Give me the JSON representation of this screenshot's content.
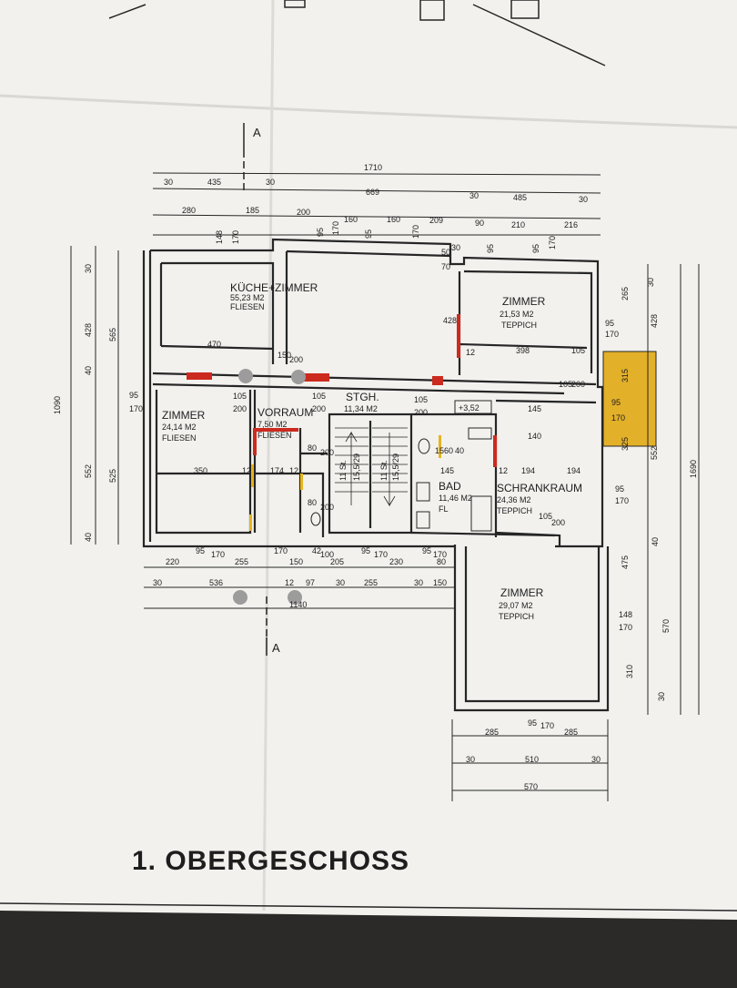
{
  "drawing": {
    "title": "1. OBERGESCHOSS",
    "section_marks": [
      "A",
      "A"
    ],
    "level_mark": "+3,52"
  },
  "rooms": [
    {
      "name": "KÜCHE+ZIMMER",
      "area": "55,23 M2",
      "floor": "FLIESEN"
    },
    {
      "name": "ZIMMER",
      "area": "21,53 M2",
      "floor": "TEPPICH"
    },
    {
      "name": "ZIMMER",
      "area": "24,14 M2",
      "floor": "FLIESEN"
    },
    {
      "name": "VORRAUM",
      "area": "7,50 M2",
      "floor": "FLIESEN"
    },
    {
      "name": "STGH.",
      "area": "11,34 M2",
      "floor": ""
    },
    {
      "name": "BAD",
      "area": "11,46 M2",
      "floor": "FL"
    },
    {
      "name": "SCHRANKRAUM",
      "area": "24,36 M2",
      "floor": "TEPPICH"
    },
    {
      "name": "ZIMMER",
      "area": "29,07 M2",
      "floor": "TEPPICH"
    }
  ],
  "dimensions": {
    "top_row1": [
      "1710"
    ],
    "top_row2": [
      "30",
      "435",
      "30",
      "669",
      "30",
      "485",
      "30"
    ],
    "top_row3": [
      "280",
      "185",
      "200",
      "160",
      "160",
      "209",
      "90",
      "210",
      "216"
    ],
    "top_row4": [
      "148",
      "170",
      "95",
      "170",
      "95",
      "170",
      "95",
      "95",
      "170"
    ],
    "left_outer": [
      "1090"
    ],
    "left_mid": [
      "565",
      "525"
    ],
    "left_inner": [
      "30",
      "428",
      "40",
      "552",
      "40"
    ],
    "left_door": [
      "95",
      "170"
    ],
    "right_outer": [
      "1690"
    ],
    "right_mid": [
      "428",
      "552",
      "570"
    ],
    "right_inner": [
      "265",
      "30",
      "315",
      "325",
      "475",
      "310",
      "30",
      "40"
    ],
    "right_door": [
      "95",
      "170",
      "95",
      "170",
      "95",
      "170",
      "148",
      "170"
    ],
    "bottom_row1": [
      "220",
      "95",
      "170",
      "255",
      "150",
      "170",
      "42",
      "100",
      "205",
      "95",
      "170",
      "230",
      "95",
      "170",
      "80"
    ],
    "bottom_row2": [
      "30",
      "536",
      "12",
      "97",
      "30",
      "255",
      "30",
      "150"
    ],
    "bottom_row3": [
      "1140"
    ],
    "annex_row1": [
      "285",
      "95",
      "170",
      "285"
    ],
    "annex_row2": [
      "30",
      "510",
      "30"
    ],
    "annex_row3": [
      "570"
    ],
    "interior": [
      "470",
      "428",
      "398",
      "105",
      "12",
      "350",
      "12",
      "174",
      "12",
      "194",
      "194",
      "105",
      "200",
      "105",
      "200",
      "105",
      "200",
      "145",
      "105",
      "200",
      "140",
      "105",
      "200",
      "80",
      "200",
      "80",
      "200",
      "15",
      "145",
      "12",
      "30",
      "50",
      "70",
      "150",
      "200",
      "60",
      "40"
    ],
    "stair_labels": [
      "11 St.",
      "15,5/29",
      "11 St.",
      "15,5/29"
    ]
  },
  "colors": {
    "paper": "#f2f1ee",
    "line": "#262626",
    "wall_red": "#cc2a1e",
    "wall_yellow": "#e6b41e",
    "balcony": "#e3b02a",
    "background": "#2b2a28"
  }
}
